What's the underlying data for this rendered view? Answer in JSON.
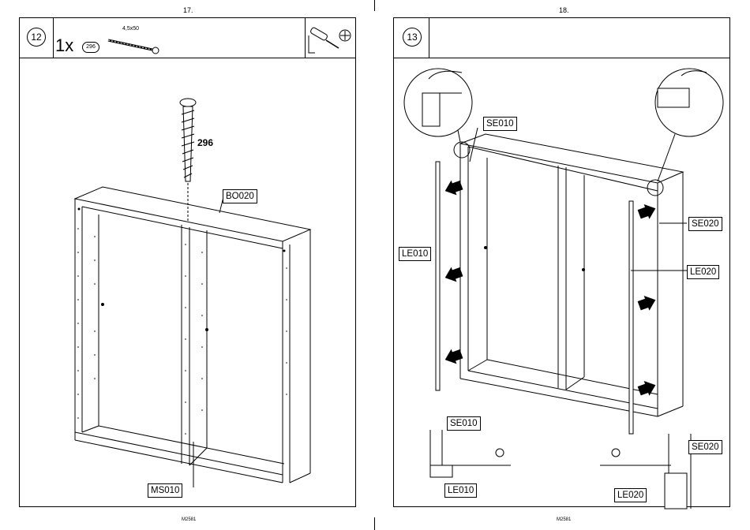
{
  "left_page": {
    "page_number": "17.",
    "step": "12",
    "quantity": "1x",
    "part_code": "296",
    "screw_size": "4,5x50",
    "tools": [
      "screwdriver-icon",
      "phillips-bit-icon"
    ],
    "screw_label": "296",
    "labels": {
      "top_panel": "BO020",
      "middle_panel": "MS010"
    },
    "footer": "M2581"
  },
  "right_page": {
    "page_number": "18.",
    "step": "13",
    "labels": {
      "left_top_detail": "SE010",
      "left_rail": "LE010",
      "right_side": "SE020",
      "right_rail": "LE020",
      "bottom_left_side": "SE010",
      "bottom_left_rail": "LE010",
      "bottom_right_side": "SE020",
      "bottom_right_rail": "LE020"
    },
    "footer": "M2581"
  }
}
